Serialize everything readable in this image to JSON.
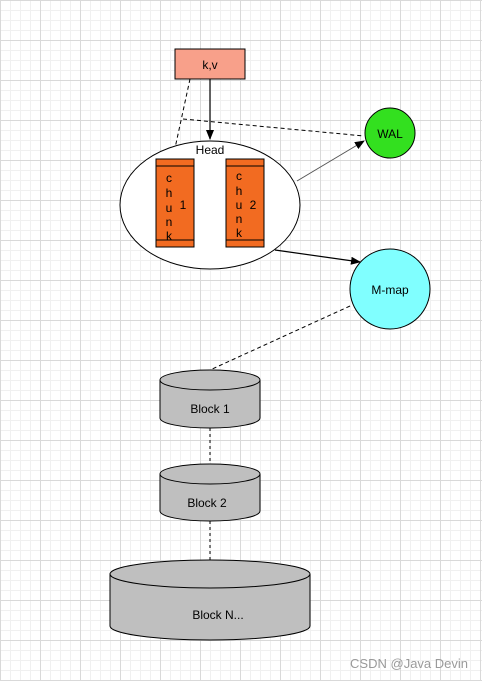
{
  "nodes": {
    "kv": {
      "label": "k,v",
      "fill": "#f8a08a"
    },
    "head": {
      "label": "Head"
    },
    "chunk1": {
      "letters": [
        "c",
        "h",
        "u",
        "n",
        "k"
      ],
      "number": "1",
      "fill": "#f26b21"
    },
    "chunk2": {
      "letters": [
        "c",
        "h",
        "u",
        "n",
        "k"
      ],
      "number": "2",
      "fill": "#f26b21"
    },
    "wal": {
      "label": "WAL",
      "fill": "#33e01f"
    },
    "mmap": {
      "label": "M-map",
      "fill": "#80ffff"
    },
    "block1": {
      "label": "Block 1",
      "fill": "#bfbfbf"
    },
    "block2": {
      "label": "Block 2",
      "fill": "#bfbfbf"
    },
    "blockn": {
      "label": "Block N...",
      "fill": "#bfbfbf"
    }
  },
  "watermark": "CSDN @Java Devin"
}
